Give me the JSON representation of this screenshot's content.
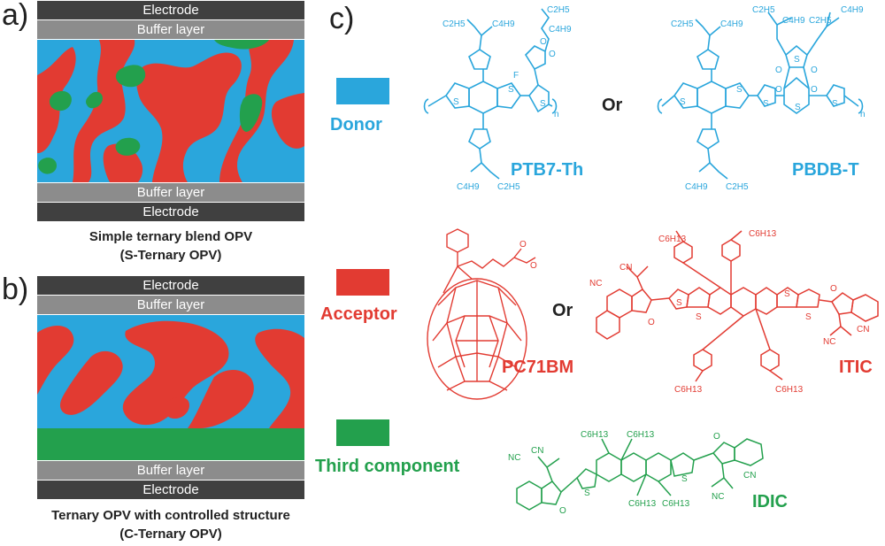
{
  "colors": {
    "donor": "#2aa6dc",
    "acceptor": "#e23b32",
    "third": "#23a04d",
    "electrode": "#404040",
    "buffer": "#8c8c8c",
    "text": "#222222"
  },
  "panel_a": {
    "letter": "a)",
    "electrode_top": "Electrode",
    "buffer_top": "Buffer layer",
    "buffer_bottom": "Buffer layer",
    "electrode_bottom": "Electrode",
    "caption_line1": "Simple ternary blend OPV",
    "caption_line2": "(S-Ternary OPV)"
  },
  "panel_b": {
    "letter": "b)",
    "electrode_top": "Electrode",
    "buffer_top": "Buffer layer",
    "buffer_bottom": "Buffer layer",
    "electrode_bottom": "Electrode",
    "caption_line1": "Ternary OPV with controlled structure",
    "caption_line2": "(C-Ternary OPV)"
  },
  "panel_c": {
    "letter": "c)",
    "legend": {
      "donor": "Donor",
      "acceptor": "Acceptor",
      "third": "Third component"
    },
    "or_text": "Or",
    "molecules": {
      "ptb7": "PTB7-Th",
      "pbdb": "PBDB-T",
      "pcbm": "PC71BM",
      "itic": "ITIC",
      "idic": "IDIC"
    },
    "substituents": {
      "c2h5": "C2H5",
      "c4h9": "C4H9",
      "c6h13": "C6H13",
      "fluoro": "F",
      "sulfur": "S",
      "oxygen": "O",
      "cn": "CN",
      "nc": "NC",
      "n": "n"
    }
  }
}
